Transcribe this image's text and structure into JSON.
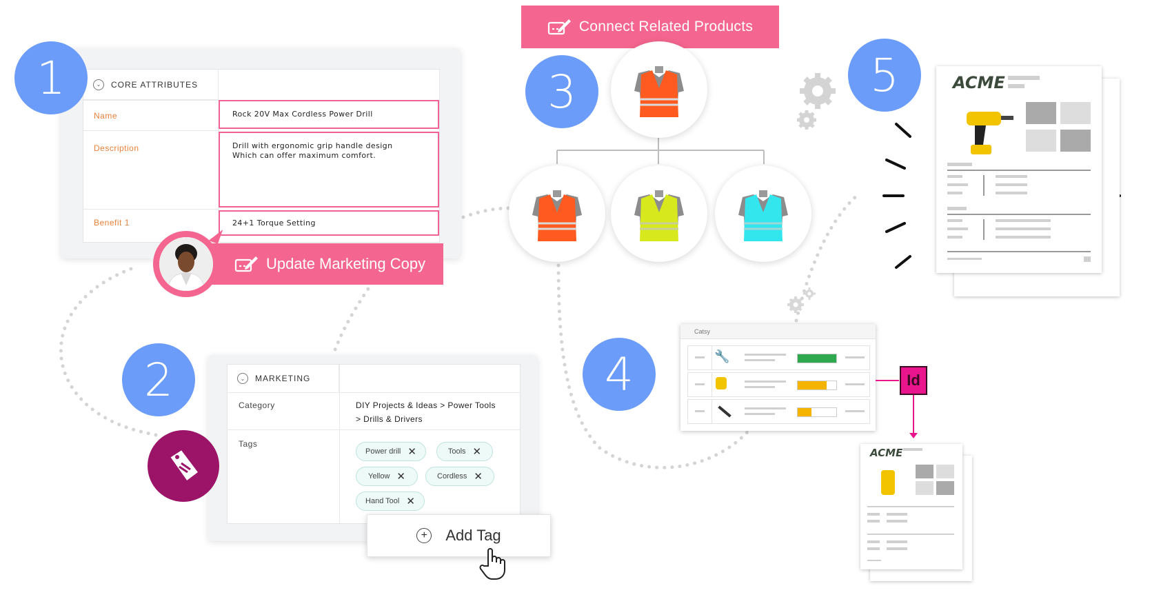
{
  "steps": [
    "1",
    "2",
    "3",
    "4",
    "5"
  ],
  "core_attributes": {
    "title": "CORE ATTRIBUTES",
    "fields": [
      {
        "label": "Name",
        "value": "Rock 20V Max Cordless Power Drill"
      },
      {
        "label": "Description",
        "value_line1": "Drill with ergonomic grip handle design",
        "value_line2": "Which can offer maximum comfort."
      },
      {
        "label": "Benefit 1",
        "value": "24+1 Torque Setting"
      }
    ]
  },
  "update_marketing_copy": "Update Marketing Copy",
  "connect_related_products": "Connect Related Products",
  "marketing": {
    "title": "MARKETING",
    "category_label": "Category",
    "category_line1": "DIY Projects & Ideas > Power Tools",
    "category_line2": "> Drills & Drivers",
    "tags_label": "Tags",
    "tags": [
      "Power drill",
      "Tools",
      "Yellow",
      "Cordless",
      "Hand Tool"
    ]
  },
  "add_tag_label": "Add Tag",
  "catsy_window": {
    "title": "Catsy",
    "rows": [
      {
        "progress": 1.0,
        "color": "#2fa84f"
      },
      {
        "progress": 0.75,
        "color": "#f5b400"
      },
      {
        "progress": 0.35,
        "color": "#f5b400"
      }
    ]
  },
  "indesign_label": "Id",
  "acme_label": "ACME",
  "colors": {
    "step_blue": "#6b9cf9",
    "pink": "#f4668f",
    "tag_purple": "#9b1468",
    "indesign_magenta": "#e8158c",
    "vest_orange": "#ff5a1f",
    "vest_yellow": "#d7e81c",
    "vest_cyan": "#33e6ee"
  },
  "icons": [
    "chevron-down-icon",
    "edit-pencil-icon",
    "tag-icon",
    "plus-circle-icon",
    "hand-cursor-icon",
    "gear-icon",
    "close-icon",
    "drill-icon",
    "jigsaw-icon",
    "wrench-icon"
  ]
}
